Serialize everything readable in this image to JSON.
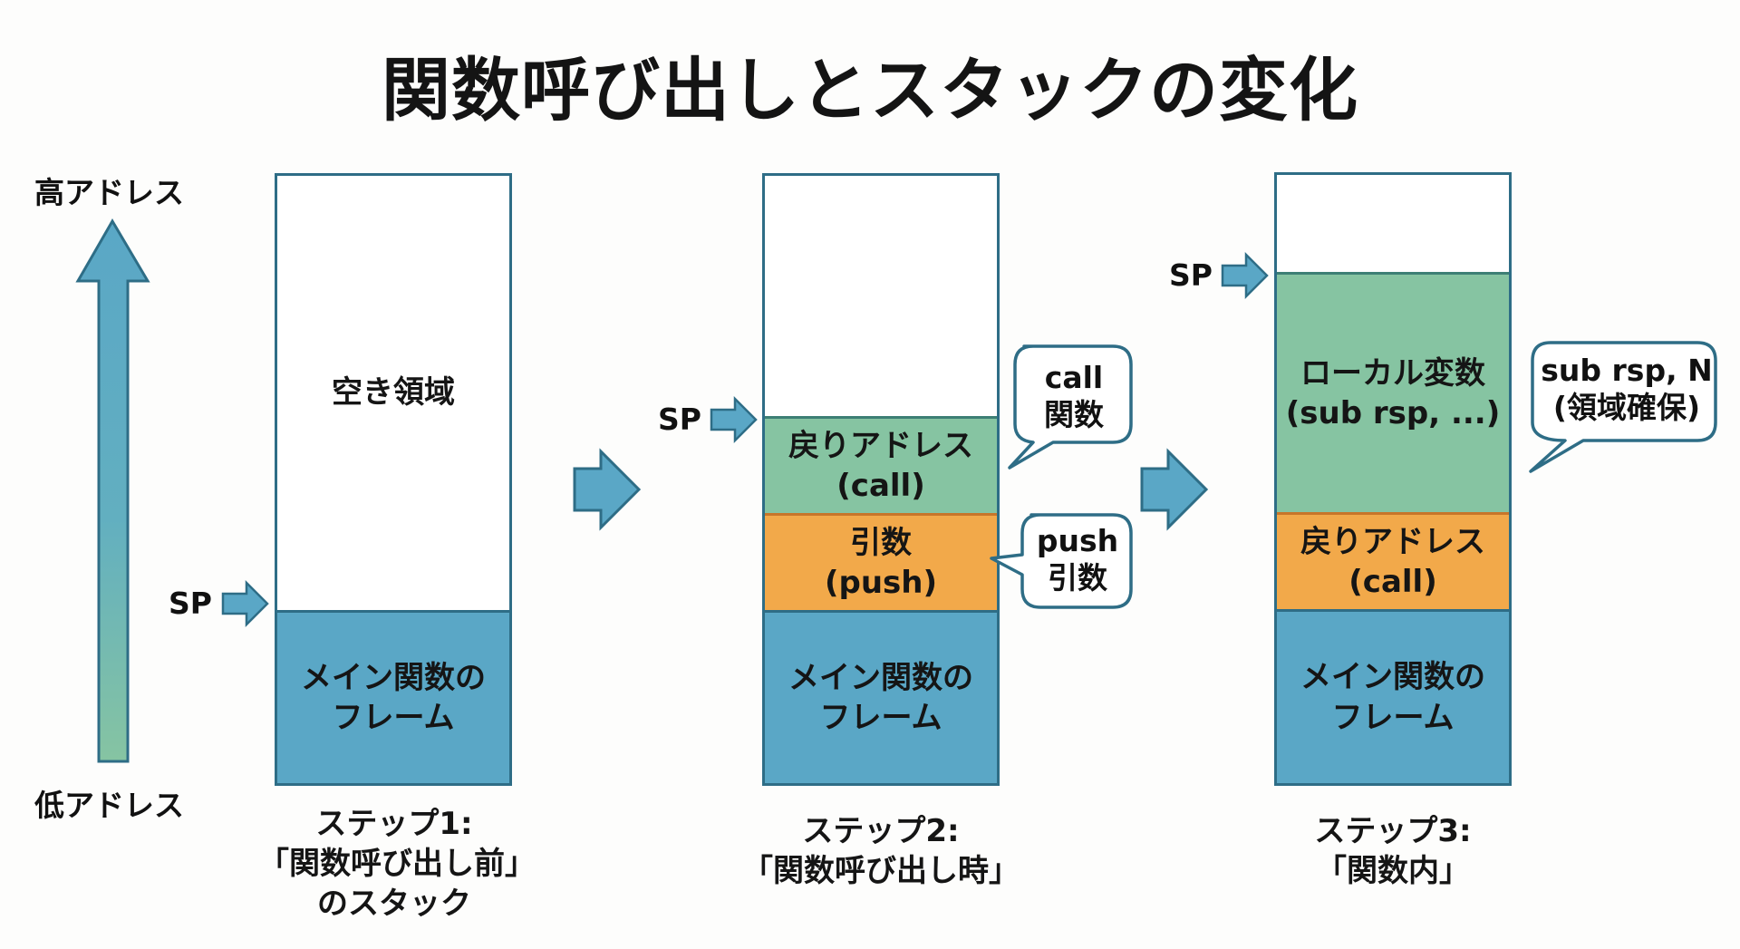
{
  "title": "関数呼び出しとスタックの変化",
  "address_axis": {
    "high_label": "高アドレス",
    "low_label": "低アドレス"
  },
  "colors": {
    "main_frame": "#5aa7c6",
    "green_segment": "#86c4a2",
    "orange_segment": "#f2a94a",
    "outline": "#2e6d86",
    "arrow_fill": "#5aa7c6"
  },
  "sp_label": "SP",
  "steps": [
    {
      "caption_line1": "ステップ1:",
      "caption_line2": "「関数呼び出し前」",
      "caption_line3": "のスタック",
      "empty_label": "空き領域",
      "main_line1": "メイン関数の",
      "main_line2": "フレーム"
    },
    {
      "caption_line1": "ステップ2:",
      "caption_line2": "「関数呼び出し時」",
      "return_line1": "戻りアドレス",
      "return_line2": "(call)",
      "args_line1": "引数",
      "args_line2": "(push)",
      "main_line1": "メイン関数の",
      "main_line2": "フレーム",
      "bubble_call_line1": "call",
      "bubble_call_line2": "関数",
      "bubble_push_line1": "push",
      "bubble_push_line2": "引数"
    },
    {
      "caption_line1": "ステップ3:",
      "caption_line2": "「関数内」",
      "local_line1": "ローカル変数",
      "local_line2": "(sub rsp, ...)",
      "return_line1": "戻りアドレス",
      "return_line2": "(call)",
      "main_line1": "メイン関数の",
      "main_line2": "フレーム",
      "bubble_sub_line1": "sub rsp, N",
      "bubble_sub_line2": "(領域確保)"
    }
  ]
}
